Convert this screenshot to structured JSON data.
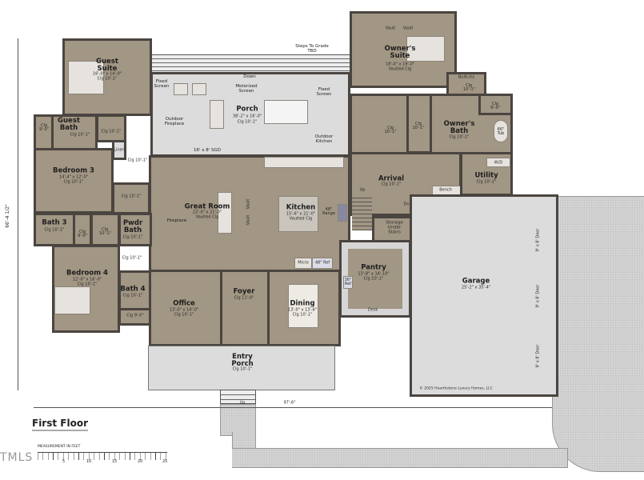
{
  "title": "First Floor",
  "copyright": "© 2025 Hearthstone Luxury Homes, LLC",
  "watermark": "TMLS",
  "dimensions": {
    "width": "97'-6\"",
    "depth": "66'-4 1/2\""
  },
  "scale": {
    "label": "MEASUREMENT IN FEET",
    "ticks": [
      "5",
      "10",
      "15",
      "20",
      "25"
    ]
  },
  "rooms": {
    "guest_suite": {
      "name": "Guest Suite",
      "size": "16'-0\" x 14'-0\"",
      "ceiling": "Clg 10'-1\""
    },
    "guest_bath": {
      "name": "Guest Bath",
      "ceiling": "Clg 10'-1\""
    },
    "guest_bath_closet": {
      "ceiling": "Clg 9'-0\""
    },
    "guest_closet": {
      "ceiling": "Clg 10'-1\""
    },
    "linen": {
      "name": "Linen"
    },
    "hall_ceiling_1": {
      "ceiling": "Clg 10'-1\""
    },
    "bedroom3": {
      "name": "Bedroom 3",
      "size": "14'-4\" x 12'-0\"",
      "ceiling": "Clg 10'-1\""
    },
    "bedroom3_closet": {
      "ceiling": "Clg 10'-1\""
    },
    "porch": {
      "name": "Porch",
      "size": "38'-2\" x 16'-0\"",
      "ceiling": "Clg 10'-1\""
    },
    "owners_suite": {
      "name": "Owner's Suite",
      "size": "18'-0\" x 19'-0\"",
      "ceiling": "Vaulted Clg",
      "vault_left": "Vault",
      "vault_right": "Vault"
    },
    "built_ins": {
      "name": "Built-ins",
      "ceiling": "Clg 10'-1\""
    },
    "owners_closet": {
      "ceiling": "Clg 10'-1\""
    },
    "owners_hall": {
      "ceiling": "Clg 10'-1\""
    },
    "owners_wc": {
      "ceiling": "Clg 9'-0\""
    },
    "owners_bath": {
      "name": "Owner's Bath",
      "ceiling": "Clg 10'-1\"",
      "tub": "66\" Tub"
    },
    "arrival": {
      "name": "Arrival",
      "ceiling": "Clg 10'-1\"",
      "stairs_up": "Up",
      "stairs_down": "Dn",
      "bench": "Bench"
    },
    "utility": {
      "name": "Utility",
      "ceiling": "Clg 10'-1\"",
      "wd": "W/D"
    },
    "great_room": {
      "name": "Great Room",
      "size": "22'-0\" x 21'-0\"",
      "ceiling": "Vaulted Clg",
      "fireplace": "Fireplace",
      "vault_a": "Vault",
      "vault_b": "Vault"
    },
    "kitchen": {
      "name": "Kitchen",
      "size": "15'-6\" x 21'-0\"",
      "ceiling": "Vaulted Clg",
      "range": "48\" Range",
      "micro": "Micro",
      "ref": "48\" Ref"
    },
    "storage": {
      "name": "Storage Under Stairs"
    },
    "bath3": {
      "name": "Bath 3",
      "ceiling": "Clg 10'-1\""
    },
    "bath3_closet": {
      "ceiling": "Clg 9'-0\""
    },
    "hall_closet": {
      "ceiling": "Clg 10'-1\""
    },
    "pwdr_bath": {
      "name": "Pwdr Bath",
      "ceiling": "Clg 10'-1\""
    },
    "hall_ceiling_2": {
      "ceiling": "Clg 10'-1\""
    },
    "bedroom4": {
      "name": "Bedroom 4",
      "size": "12'-0\" x 16'-0\"",
      "ceiling": "Clg 10'-1\""
    },
    "bath4": {
      "name": "Bath 4",
      "ceiling": "Clg 10'-1\""
    },
    "bath4_closet": {
      "ceiling": "Clg 9'-0\""
    },
    "office": {
      "name": "Office",
      "size": "13'-0\" x 14'-0\"",
      "ceiling": "Clg 10'-1\""
    },
    "foyer": {
      "name": "Foyer",
      "ceiling": "Clg 11'-0\""
    },
    "dining": {
      "name": "Dining",
      "size": "13'-0\" x 13'-6\"",
      "ceiling": "Clg 10'-1\""
    },
    "pantry": {
      "name": "Pantry",
      "size": "13'-8\" x 14'-10\"",
      "ceiling": "Clg 10'-1\"",
      "ref": "36\" Ref",
      "desk": "Desk"
    },
    "garage": {
      "name": "Garage",
      "size": "25'-2\" x 35'-4\"",
      "door1": "9' x 8' Door",
      "door2": "9' x 8' Door",
      "door3": "9' x 8' Door"
    },
    "entry_porch": {
      "name": "Entry Porch",
      "ceiling": "Clg 10'-1\"",
      "steps": "Up"
    }
  },
  "notes": {
    "steps_to_grade": "Steps To Grade TBD",
    "down": "Down",
    "fixed_screen_left": "Fixed Screen",
    "fixed_screen_right": "Fixed Screen",
    "motorized_screen": "Motorized Screen",
    "outdoor_fireplace": "Outdoor Fireplace",
    "outdoor_kitchen": "Outdoor Kitchen",
    "sgd": "16' x 8' SGD"
  }
}
